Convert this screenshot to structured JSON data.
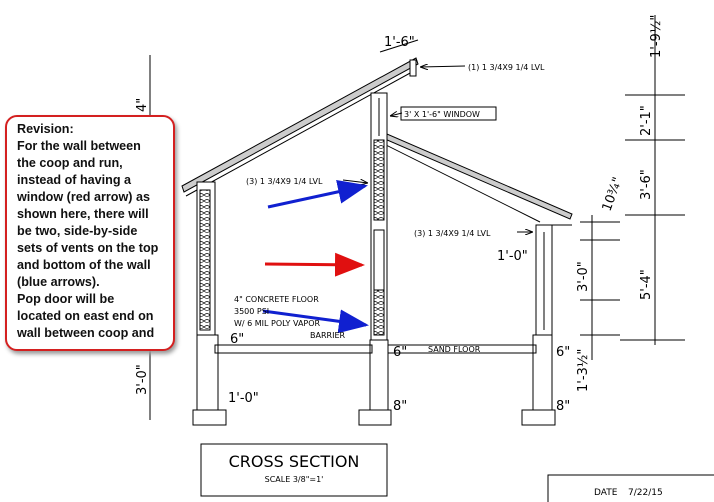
{
  "revision_note": {
    "lines": [
      "Revision:",
      "For the wall between",
      "the coop and run,",
      "instead of having a",
      "window (red arrow) as",
      "shown here, there will",
      "be two, side-by-side",
      "sets of vents on the top",
      "and bottom of the wall",
      "(blue arrows).",
      "Pop door will be",
      "located on east end on",
      "wall between coop and"
    ]
  },
  "labels": {
    "top_beam": "(1) 1 3/4X9 1/4 LVL",
    "window": "3' X 1'-6\" WINDOW",
    "mid_beam": "(3) 1 3/4X9 1/4 LVL",
    "right_beam": "(3) 1 3/4X9 1/4 LVL",
    "floor_1": "4\" CONCRETE FLOOR",
    "floor_2": "3500 PSI",
    "floor_3": "W/ 6 MIL POLY VAPOR",
    "floor_4": "BARRIER",
    "sand_floor": "SAND FLOOR"
  },
  "dimensions": {
    "overhang": "1'-6\"",
    "top": "1'-9½\"",
    "d2": "2'-1\"",
    "d3": "3'-6\"",
    "d4": "5'-4\"",
    "d5": "10¾\"",
    "d6": "3'-0\"",
    "d7": "1'-3½\"",
    "d8": "1'-0\"",
    "left_top": "4\"",
    "left_bottom": "3'-0\"",
    "foot_left": "1'-0\"",
    "slab_left": "6\"",
    "slab_mid": "6\"",
    "slab_right": "6\"",
    "foot_mid": "8\"",
    "foot_right": "8\""
  },
  "title_block": {
    "title": "CROSS SECTION",
    "scale": "SCALE 3/8\"=1'"
  },
  "date_block": {
    "label": "DATE",
    "value": "7/22/15"
  },
  "colors": {
    "red_arrow": "#e01010",
    "blue_arrow": "#1020d0",
    "note_border": "#d42020"
  }
}
